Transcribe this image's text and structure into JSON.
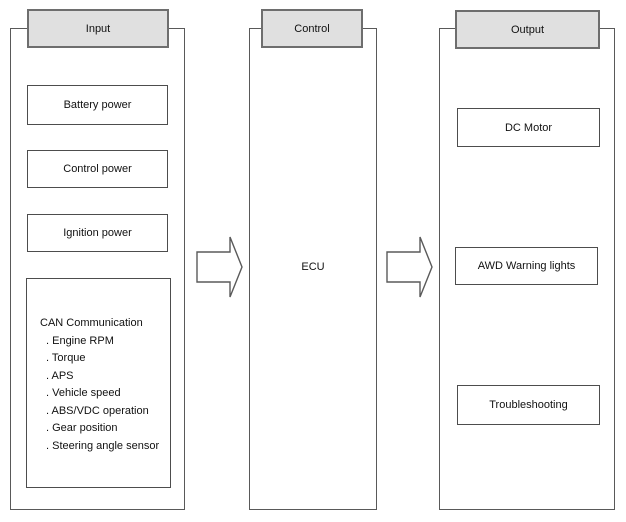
{
  "diagram": {
    "input": {
      "header": "Input",
      "boxes": [
        "Battery power",
        "Control power",
        "Ignition power"
      ],
      "can_box": {
        "title": "CAN Communication",
        "items": [
          ". Engine RPM",
          ". Torque",
          ". APS",
          ". Vehicle speed",
          ". ABS/VDC operation",
          ". Gear position",
          ". Steering angle sensor"
        ]
      }
    },
    "control": {
      "header": "Control",
      "label": "ECU"
    },
    "output": {
      "header": "Output",
      "boxes": [
        "DC Motor",
        "AWD Warning lights",
        "Troubleshooting"
      ]
    },
    "colors": {
      "header_fill": "#e0e0e0",
      "header_border": "#6e6e6e",
      "box_border": "#4d4d4d",
      "background": "#ffffff",
      "text": "#111111"
    }
  }
}
